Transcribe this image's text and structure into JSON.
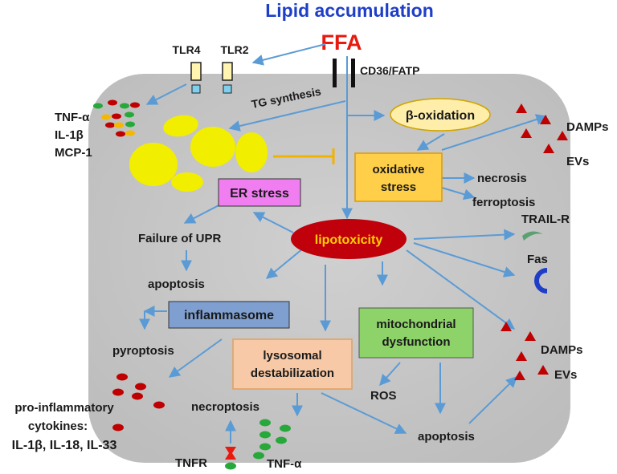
{
  "title": "Lipid accumulation",
  "ffa": "FFA",
  "receptors": {
    "tlr4": "TLR4",
    "tlr2": "TLR2",
    "cd36": "CD36/FATP"
  },
  "cytokines_top": [
    "TNF-α",
    "IL-1β",
    "MCP-1"
  ],
  "tg_synthesis": "TG synthesis",
  "beta_oxidation": "β-oxidation",
  "oxidative_stress": [
    "oxidative",
    "stress"
  ],
  "necrosis": "necrosis",
  "ferroptosis": "ferroptosis",
  "damps": "DAMPs",
  "evs": "EVs",
  "er_stress": "ER stress",
  "failure_upr": "Failure of UPR",
  "apoptosis": "apoptosis",
  "lipotoxicity": "lipotoxicity",
  "trail_r": "TRAIL-R",
  "fas": "Fas",
  "inflammasome": "inflammasome",
  "pyroptosis": "pyroptosis",
  "mito": [
    "mitochondrial",
    "dysfunction"
  ],
  "lysosomal": [
    "lysosomal",
    "destabilization"
  ],
  "ros": "ROS",
  "necroptosis": "necroptosis",
  "pro_inflammatory": [
    "pro-inflammatory",
    "cytokines:",
    "IL-1β, IL-18, IL-33"
  ],
  "tnfr": "TNFR",
  "tnf_alpha": "TNF-α",
  "colors": {
    "arrow": "#5b9bd5",
    "title": "#1f3ec8",
    "ffa": "#e8190e",
    "cell": "#c8c8c8",
    "lipid": "#f2ee00",
    "lipotoxicity": "#c0000b",
    "er_stress": "#f07ef0",
    "inflammasome": "#7f9fd0",
    "mito": "#8ed26a",
    "lysosomal": "#f7c9a6",
    "oxidative": "#ffcf4a",
    "beta_ox": "#ffeeaa",
    "damp_red": "#c00000",
    "green_dot": "#27a83a"
  }
}
